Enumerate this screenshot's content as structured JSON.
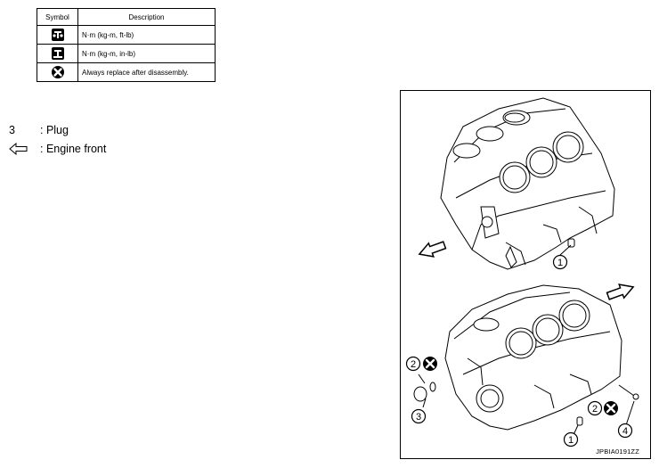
{
  "legend": {
    "header_symbol": "Symbol",
    "header_description": "Description",
    "rows": [
      {
        "icon": "torque-wrench-icon",
        "description": "N·m (kg-m, ft-lb)"
      },
      {
        "icon": "torque-wrench-small-icon",
        "description": "N·m (kg-m, in-lb)"
      },
      {
        "icon": "replace-x-icon",
        "description": "Always replace after disassembly."
      }
    ]
  },
  "key": [
    {
      "label": "3",
      "text": ": Plug"
    },
    {
      "icon": "engine-front-arrow-icon",
      "text": ": Engine front"
    }
  ],
  "figure": {
    "code": "JPBIA0191ZZ",
    "callouts": [
      "1",
      "2",
      "2",
      "3",
      "4",
      "1"
    ]
  }
}
